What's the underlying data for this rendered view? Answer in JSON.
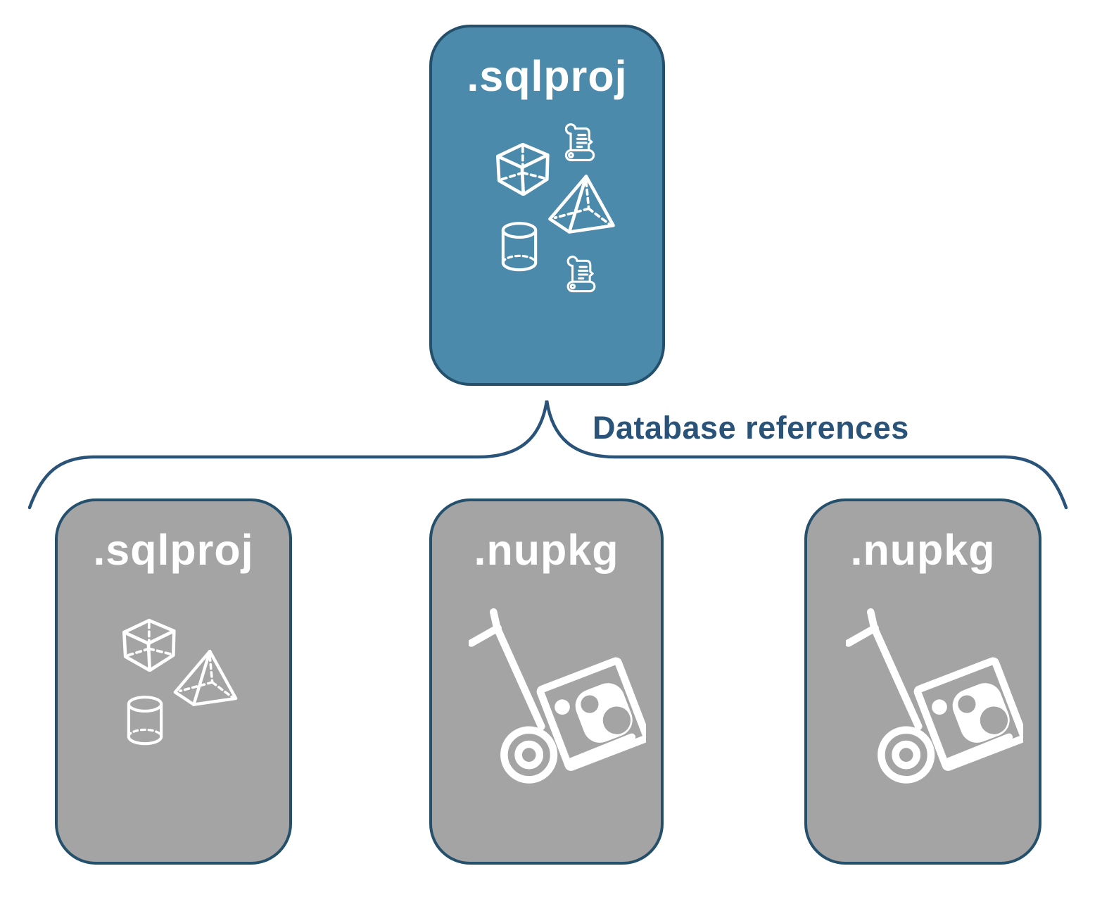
{
  "diagram": {
    "root_card": {
      "label": ".sqlproj",
      "icons": [
        "script-scroll-icon",
        "cube-icon",
        "pyramid-icon",
        "cylinder-icon",
        "script-scroll-icon"
      ]
    },
    "connector": {
      "label": "Database references"
    },
    "child_cards": [
      {
        "label": ".sqlproj",
        "icons": [
          "cube-icon",
          "pyramid-icon",
          "cylinder-icon"
        ]
      },
      {
        "label": ".nupkg",
        "icons": [
          "package-handtruck-icon"
        ]
      },
      {
        "label": ".nupkg",
        "icons": [
          "package-handtruck-icon"
        ]
      }
    ],
    "colors": {
      "root_card_fill": "#4B8AAB",
      "child_card_fill": "#A4A4A4",
      "card_border": "#24506C",
      "connector_line": "#2A5379",
      "connector_label": "#2A5379",
      "icon": "#FFFFFF",
      "background": "#FFFFFF"
    }
  }
}
